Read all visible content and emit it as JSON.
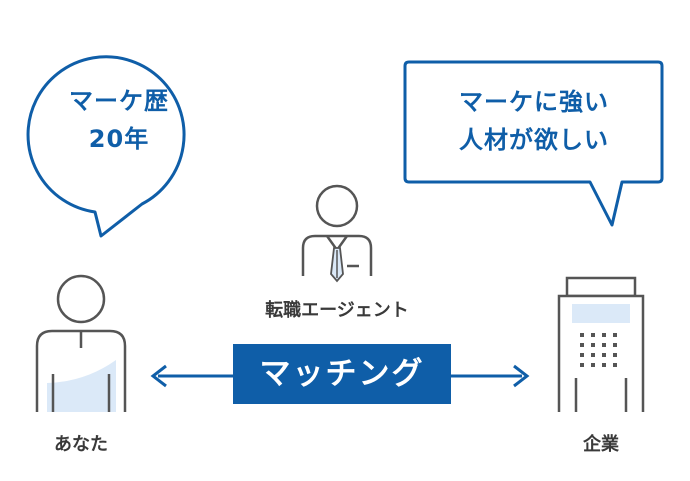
{
  "you_bubble": {
    "line1": "マーケ歴",
    "line2": "20年"
  },
  "company_bubble": {
    "line1": "マーケに強い",
    "line2": "人材が欲しい"
  },
  "agent": {
    "label": "転職エージェント"
  },
  "matching": {
    "label": "マッチング"
  },
  "you": {
    "label": "あなた"
  },
  "company": {
    "label": "企業"
  },
  "colors": {
    "accent": "#0f5ea8",
    "light_fill": "#dbe9f8",
    "outline": "#555555",
    "text": "#3a3a3a"
  }
}
